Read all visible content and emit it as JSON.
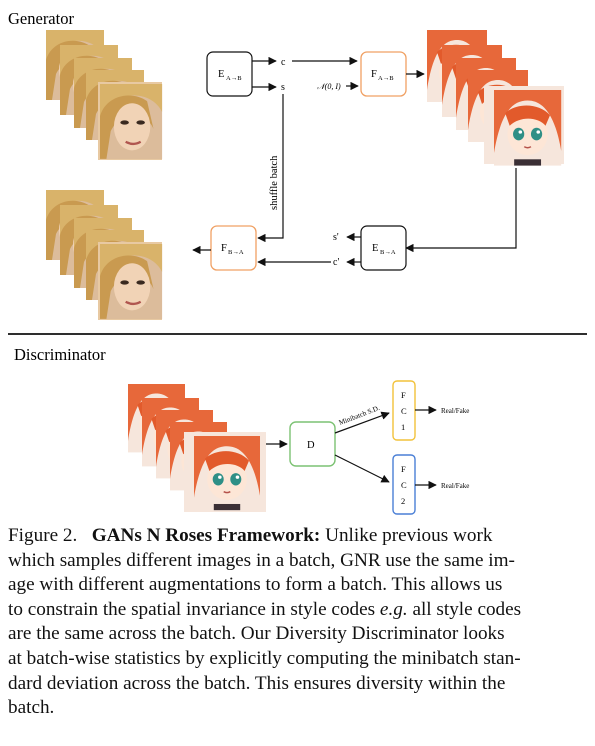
{
  "sections": {
    "generator_label": "Generator",
    "discriminator_label": "Discriminator"
  },
  "generator": {
    "encoder_label": "E",
    "encoder_sub": "A→B",
    "decoder_label": "F",
    "decoder_sub": "A→B",
    "content_code": "c",
    "style_code": "s",
    "noise_label": "𝒩(0, I)",
    "shuffle_label": "shuffle batch",
    "encoder2_label": "E",
    "encoder2_sub": "B→A",
    "decoder2_label": "F",
    "decoder2_sub": "B→A",
    "style_code2": "s'",
    "content_code2": "c'"
  },
  "discriminator": {
    "d_label": "D",
    "fc1_letters": [
      "F",
      "C",
      "1"
    ],
    "fc2_letters": [
      "F",
      "C",
      "2"
    ],
    "minibatch_label": "Minibatch S.D.",
    "out1_label": "Real/Fake",
    "out2_label": "Real/Fake"
  },
  "caption": {
    "figure_label": "Figure 2.",
    "title": "GANs N Roses Framework:",
    "line1_rest": "Unlike previous work",
    "line2": "which samples different images in a batch, GNR use the same im-",
    "line3": "age with different augmentations to form a batch. This allows us",
    "line4a": "to constrain the spatial invariance in style codes",
    "line4_eg": "e.g.",
    "line4b": "all style codes",
    "line5": "are the same across the batch. Our Diversity Discriminator looks",
    "line6": "at batch-wise statistics by explicitly computing the minibatch stan-",
    "line7": "dard deviation across the batch. This ensures diversity within the",
    "line8": "batch."
  },
  "colors": {
    "orange": "#F0A063",
    "green": "#7CC273",
    "yellow": "#F2C23A",
    "blue": "#4A7FD6",
    "black": "#111111",
    "separator": "#111111"
  },
  "icons": {
    "photo_stack": "real-face-photo-stack",
    "anime_stack": "anime-face-image-stack"
  }
}
